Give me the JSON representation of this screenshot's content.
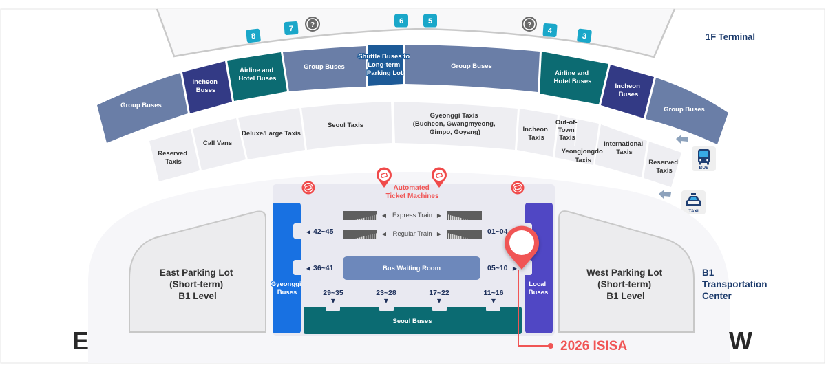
{
  "map_title": "1F Terminal",
  "icons": {
    "arrow_left": "◀",
    "arrow_right": "▶",
    "arrow_down": "▼",
    "info": "?"
  },
  "gates": [
    {
      "number": "8"
    },
    {
      "number": "7"
    },
    {
      "number": "6"
    },
    {
      "number": "5"
    },
    {
      "number": "4"
    },
    {
      "number": "3"
    }
  ],
  "bus_zones": [
    {
      "type": "group",
      "lines": [
        "Group Buses"
      ]
    },
    {
      "type": "incheon",
      "lines": [
        "Incheon",
        "Buses"
      ]
    },
    {
      "type": "airline_hotel",
      "lines": [
        "Airline and",
        "Hotel Buses"
      ]
    },
    {
      "type": "group",
      "lines": [
        "Group Buses"
      ]
    },
    {
      "type": "shuttle",
      "lines": [
        "Shuttle Buses to",
        "Long-term",
        "Parking Lot"
      ]
    },
    {
      "type": "group",
      "lines": [
        "Group Buses"
      ]
    },
    {
      "type": "airline_hotel",
      "lines": [
        "Airline and",
        "Hotel Buses"
      ]
    },
    {
      "type": "incheon",
      "lines": [
        "Incheon",
        "Buses"
      ]
    },
    {
      "type": "group",
      "lines": [
        "Group Buses"
      ]
    }
  ],
  "taxi_zones": [
    {
      "lines": [
        "Reserved",
        "Taxis"
      ]
    },
    {
      "lines": [
        "Call Vans"
      ]
    },
    {
      "lines": [
        "Deluxe/Large Taxis"
      ]
    },
    {
      "lines": [
        "Seoul Taxis"
      ]
    },
    {
      "lines": [
        "Gyeonggi Taxis",
        "(Bucheon, Gwangmyeong,",
        "Gimpo, Goyang)"
      ]
    },
    {
      "lines": [
        "Incheon",
        "Taxis"
      ]
    },
    {
      "lines": [
        "Out-of-",
        "Town",
        "Taxis"
      ]
    },
    {
      "lines": [
        "Yeongjongdo",
        "Taxis"
      ]
    },
    {
      "lines": [
        "International",
        "Taxis"
      ]
    },
    {
      "lines": [
        "Reserved",
        "Taxis"
      ]
    }
  ],
  "transport_icons": {
    "bus": "BUS",
    "taxi": "TAXI"
  },
  "b1_hall": {
    "ticket_machines": [
      "Automated",
      "Ticket Machines"
    ],
    "express_train": "Express Train",
    "regular_train": "Regular Train",
    "gyeonggi_buses": [
      "Gyeonggi",
      "Buses"
    ],
    "local_buses": [
      "Local",
      "Buses"
    ],
    "bus_waiting_room": "Bus Waiting Room",
    "seoul_buses": "Seoul Buses",
    "stops_left": [
      "42~45",
      "36~41"
    ],
    "stops_right": [
      "01~04",
      "05~10"
    ],
    "stops_bottom": [
      "29~35",
      "23~28",
      "17~22",
      "11~16"
    ]
  },
  "parking": {
    "east": [
      "East Parking Lot",
      "(Short-term)",
      "B1 Level"
    ],
    "west": [
      "West Parking Lot",
      "(Short-term)",
      "B1 Level"
    ]
  },
  "b1_label": [
    "B1",
    "Transportation",
    "Center"
  ],
  "compass": {
    "east": "E",
    "west": "W"
  },
  "marker": {
    "label": "2026 ISISA"
  },
  "colors": {
    "group_buses": "#6a7ea7",
    "incheon_buses": "#333a85",
    "airline_hotel_buses": "#0c6b72",
    "shuttle_buses": "#1d5a97",
    "taxi_zone": "#eeeef2",
    "gate_badge": "#1aa7c9",
    "info_icon": "#6a6a6a",
    "gyeonggi_buses": "#1871e2",
    "local_buses": "#5047c4",
    "bus_waiting_room": "#6d88bb",
    "seoul_buses": "#0b6b72",
    "accent_red": "#f05555",
    "navy_text": "#1b3a6b"
  }
}
